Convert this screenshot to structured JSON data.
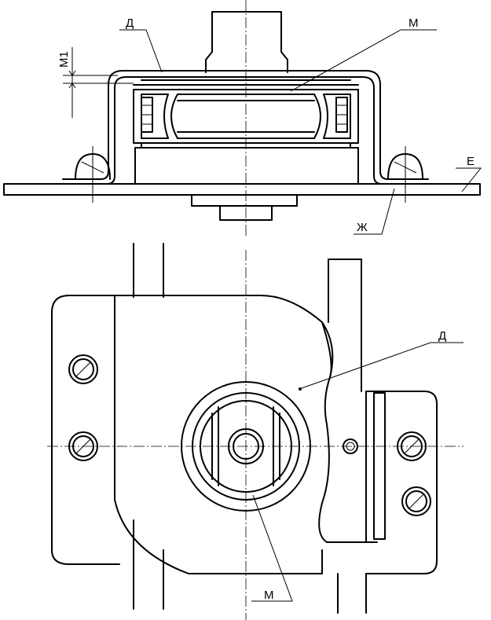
{
  "labels": {
    "top_d": "Д",
    "top_m": "М",
    "top_m1": "М1",
    "top_e": "Е",
    "top_zh": "Ж",
    "bottom_d": "Д",
    "bottom_m": "М"
  },
  "colors": {
    "line": "#000000",
    "background": "#ffffff"
  }
}
